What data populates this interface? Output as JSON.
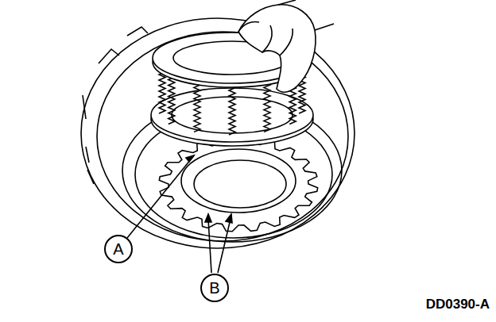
{
  "diagram": {
    "nodes": [
      {
        "text": [
          "A"
        ]
      },
      {
        "text": [
          "B"
        ]
      }
    ],
    "labels": [
      "DD0390-A"
    ]
  }
}
